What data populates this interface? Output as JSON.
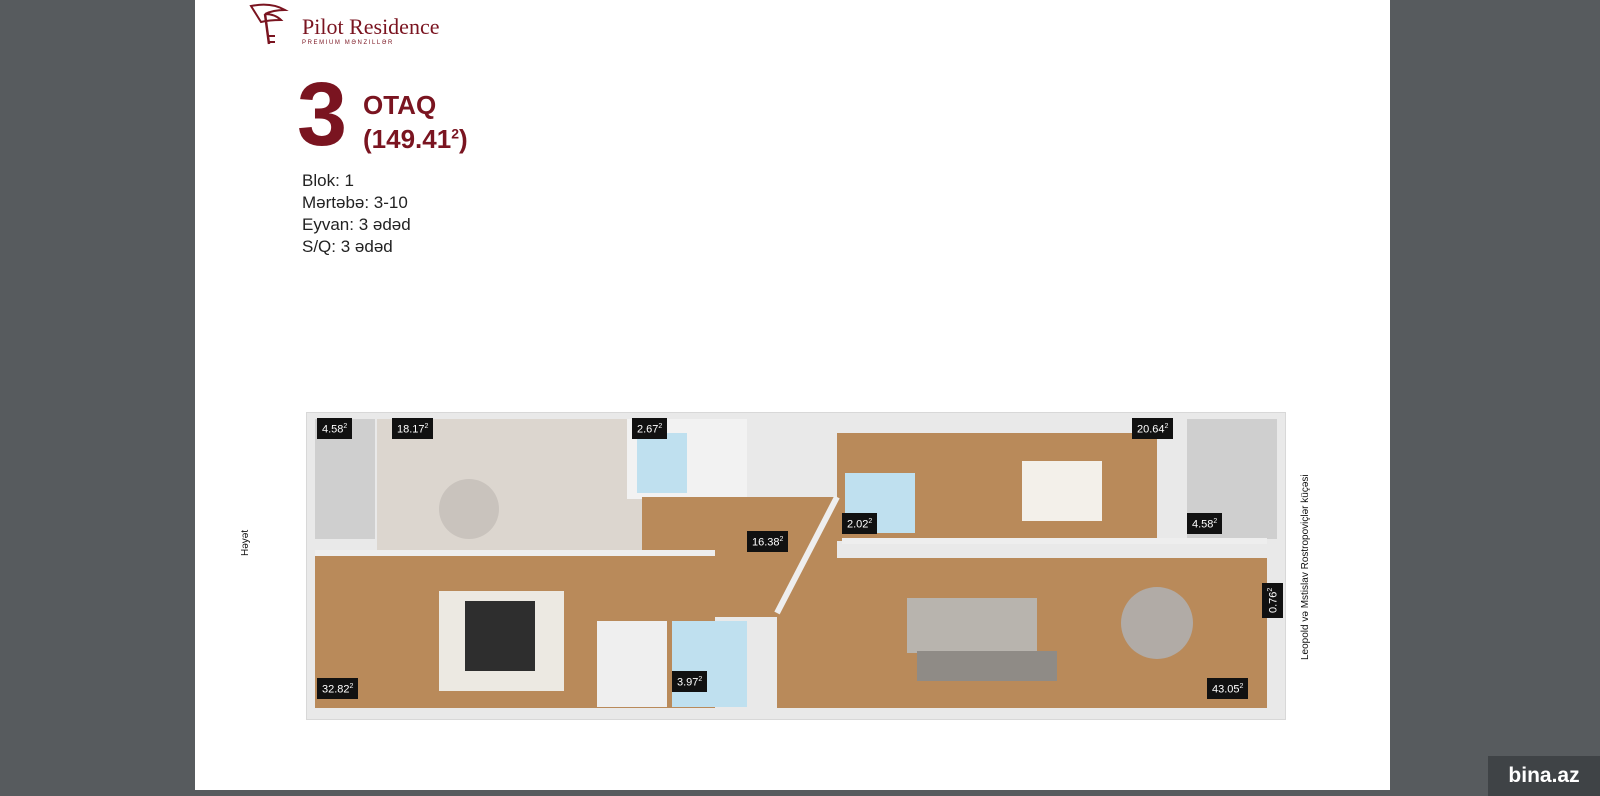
{
  "brand": {
    "name": "Pilot Residence",
    "tagline": "PREMIUM MƏNZILLƏR",
    "color": "#7a1420"
  },
  "heading": {
    "rooms_number": "3",
    "rooms_word": "OTAQ",
    "area": "(149.41",
    "area_sup": "2",
    "area_close": ")"
  },
  "specs": [
    "Blok: 1",
    "Mərtəbə: 3-10",
    "Eyvan: 3 ədəd",
    "S/Q: 3 ədəd"
  ],
  "plan": {
    "labels": [
      {
        "value": "4.58",
        "sup": "2"
      },
      {
        "value": "18.17",
        "sup": "2"
      },
      {
        "value": "2.67",
        "sup": "2"
      },
      {
        "value": "20.64",
        "sup": "2"
      },
      {
        "value": "2.02",
        "sup": "2"
      },
      {
        "value": "16.38",
        "sup": "2"
      },
      {
        "value": "4.58",
        "sup": "2"
      },
      {
        "value": "32.82",
        "sup": "2"
      },
      {
        "value": "3.97",
        "sup": "2"
      },
      {
        "value": "43.05",
        "sup": "2"
      },
      {
        "value": "0.76",
        "sup": "2"
      }
    ],
    "left_side": "Həyət",
    "right_side": "Leopold və Mstislav Rostropoviçlər küçəsi"
  },
  "watermark": "bina.az"
}
